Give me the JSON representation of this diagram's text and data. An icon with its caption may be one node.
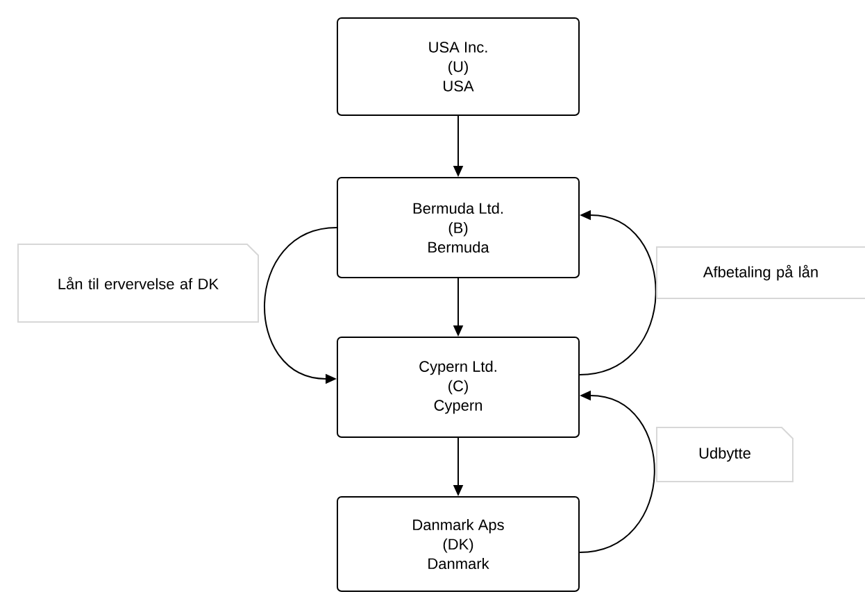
{
  "diagram": {
    "nodes": [
      {
        "text": [
          "USA Inc.",
          "(U)",
          "USA"
        ]
      },
      {
        "text": [
          "Bermuda Ltd.",
          "(B)",
          "Bermuda"
        ]
      },
      {
        "text": [
          "Cypern Ltd.",
          "(C)",
          "Cypern"
        ]
      },
      {
        "text": [
          "Danmark Aps",
          "(DK)",
          "Danmark"
        ]
      }
    ],
    "edges": [
      {
        "from": 0,
        "to": 1,
        "arrow": "to"
      },
      {
        "from": 1,
        "to": 2,
        "arrow": "to"
      },
      {
        "from": 2,
        "to": 3,
        "arrow": "to"
      },
      {
        "from": 1,
        "to": 2,
        "arrow": "to"
      },
      {
        "from": 2,
        "to": 1,
        "arrow": "to"
      },
      {
        "from": 3,
        "to": 2,
        "arrow": "to"
      }
    ],
    "labels": [
      "Lån til ervervelse af DK",
      "Afbetaling på lån",
      "Udbytte"
    ]
  }
}
